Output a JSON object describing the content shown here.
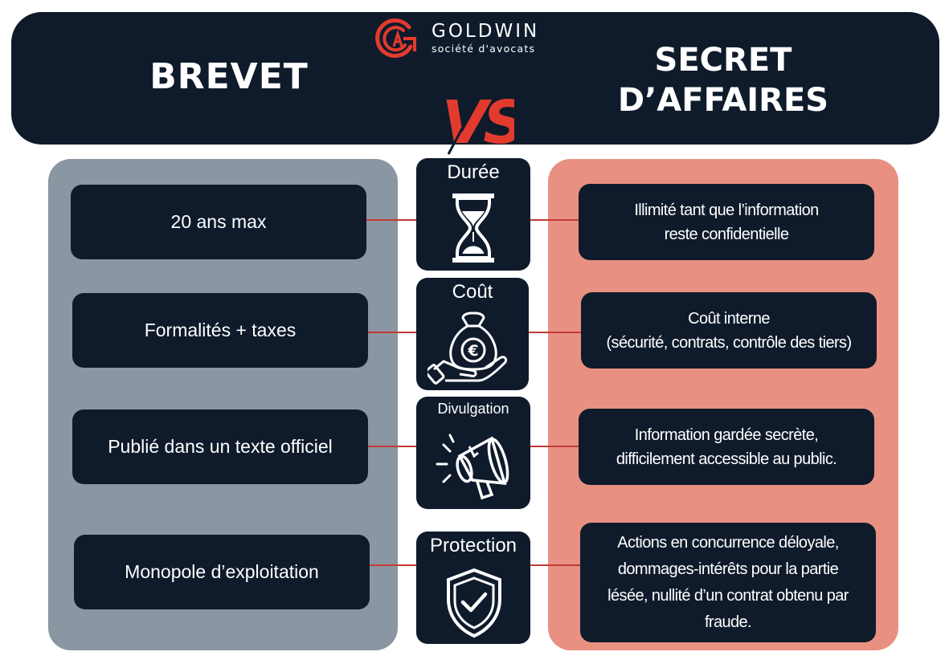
{
  "brand": {
    "name": "GOLDWIN",
    "tagline": "société d'avocats",
    "accent": "#e23b2e"
  },
  "header": {
    "left_title": "BREVET",
    "vs": "VS",
    "right_title_line1": "SECRET",
    "right_title_line2": "D’AFFAIRES"
  },
  "colors": {
    "navy": "#0f1b2b",
    "left_panel": "#8a96a2",
    "right_panel": "#e89182",
    "connector": "#c23a33"
  },
  "rows": [
    {
      "criterion": "Durée",
      "icon": "hourglass-icon",
      "brevet": "20 ans max",
      "secret_lines": [
        "Illimité tant que l’information",
        "reste confidentielle"
      ]
    },
    {
      "criterion": "Coût",
      "icon": "money-bag-euro-icon",
      "brevet": "Formalités + taxes",
      "secret_lines": [
        "Coût interne",
        "(sécurité, contrats, contrôle des tiers)"
      ]
    },
    {
      "criterion": "Divulgation",
      "icon": "megaphone-icon",
      "brevet": "Publié dans un texte officiel",
      "secret_lines": [
        "Information gardée secrète,",
        "difficilement accessible au public."
      ]
    },
    {
      "criterion": "Protection",
      "icon": "shield-check-icon",
      "brevet": "Monopole d’exploitation",
      "secret_lines": [
        "Actions en concurrence déloyale,",
        "dommages-intérêts pour la partie",
        "lésée, nullité d’un contrat obtenu par",
        "fraude."
      ]
    }
  ]
}
